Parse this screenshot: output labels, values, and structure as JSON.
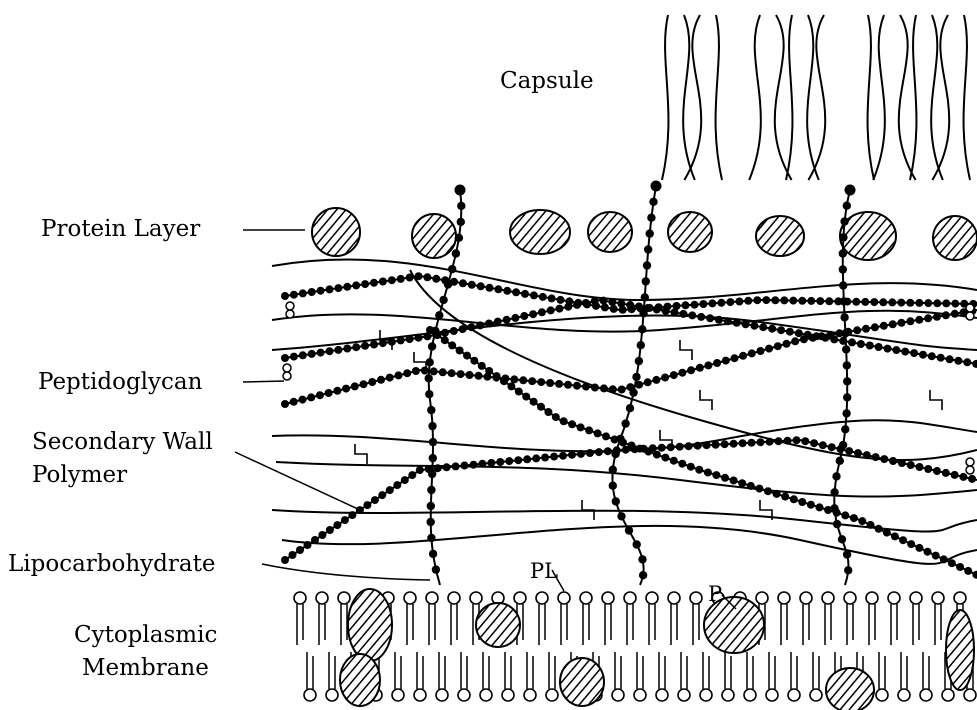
{
  "labels": {
    "capsule": "Capsule",
    "protein_layer": "Protein Layer",
    "peptidoglycan": "Peptidoglycan",
    "secondary_wall_polymer_1": "Secondary Wall",
    "secondary_wall_polymer_2": "Polymer",
    "lipocarbohydrate": "Lipocarbohydrate",
    "cytoplasmic_membrane_1": "Cytoplasmic",
    "cytoplasmic_membrane_2": "Membrane",
    "phospholipid": "PL",
    "protein": "P"
  },
  "colors": {
    "ink": "#000000",
    "background": "#ffffff"
  }
}
